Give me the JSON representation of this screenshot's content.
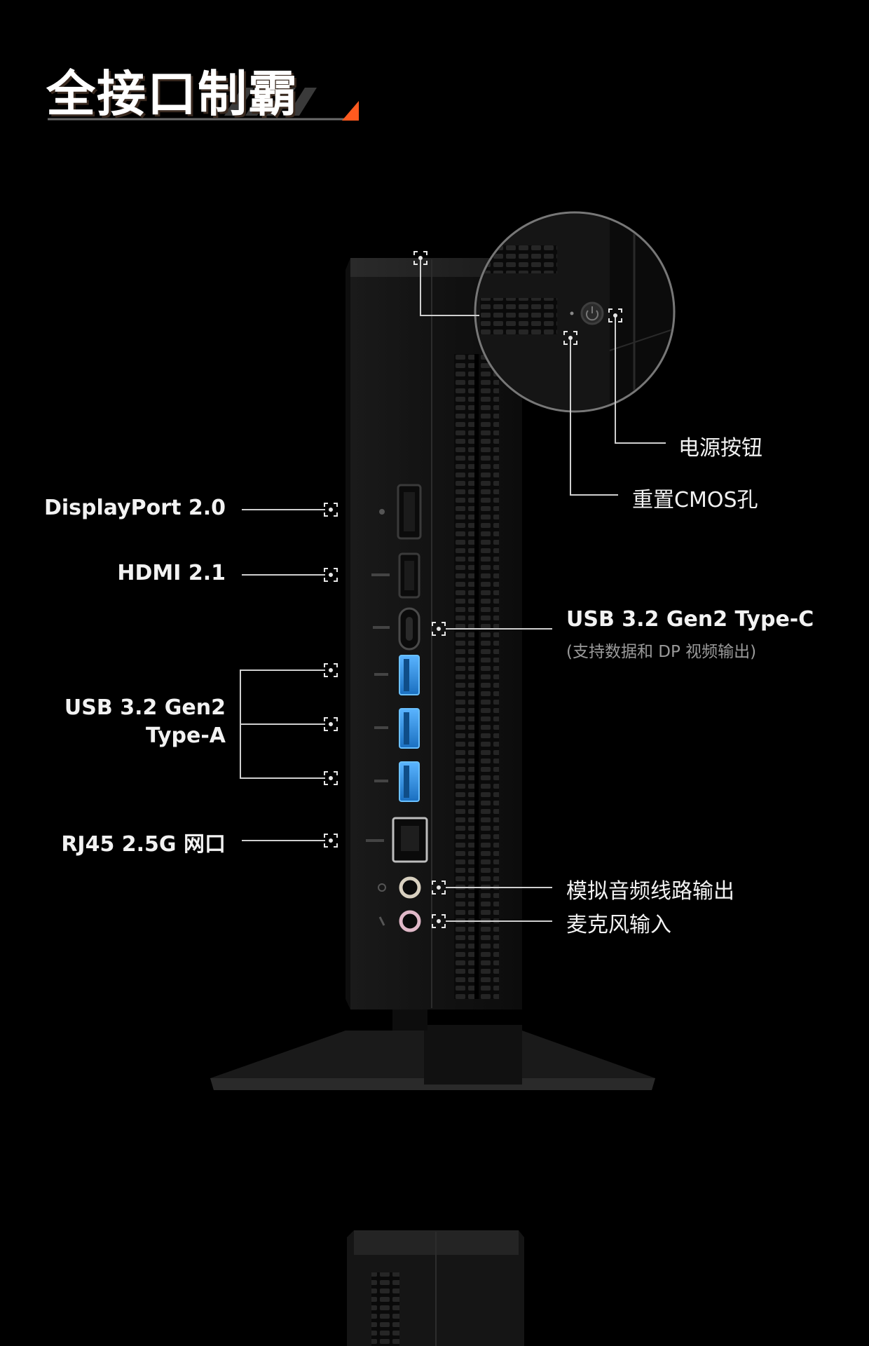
{
  "title": "全接口制霸",
  "labels": {
    "displayport": "DisplayPort 2.0",
    "hdmi": "HDMI 2.1",
    "usb_a_line1": "USB 3.2 Gen2",
    "usb_a_line2": "Type-A",
    "rj45": "RJ45 2.5G 网口",
    "power": "电源按钮",
    "cmos": "重置CMOS孔",
    "usb_c": "USB 3.2 Gen2 Type-C",
    "usb_c_note": "(支持数据和 DP 视频输出)",
    "audio_out": "模拟音频线路输出",
    "mic_in": "麦克风输入"
  },
  "colors": {
    "accent": "#ff5a1f",
    "usb_blue": "#2f8fe0",
    "chassis": "#141414",
    "line": "#cfcfcf"
  },
  "icons": [
    "power-icon",
    "focus-target-icon"
  ]
}
